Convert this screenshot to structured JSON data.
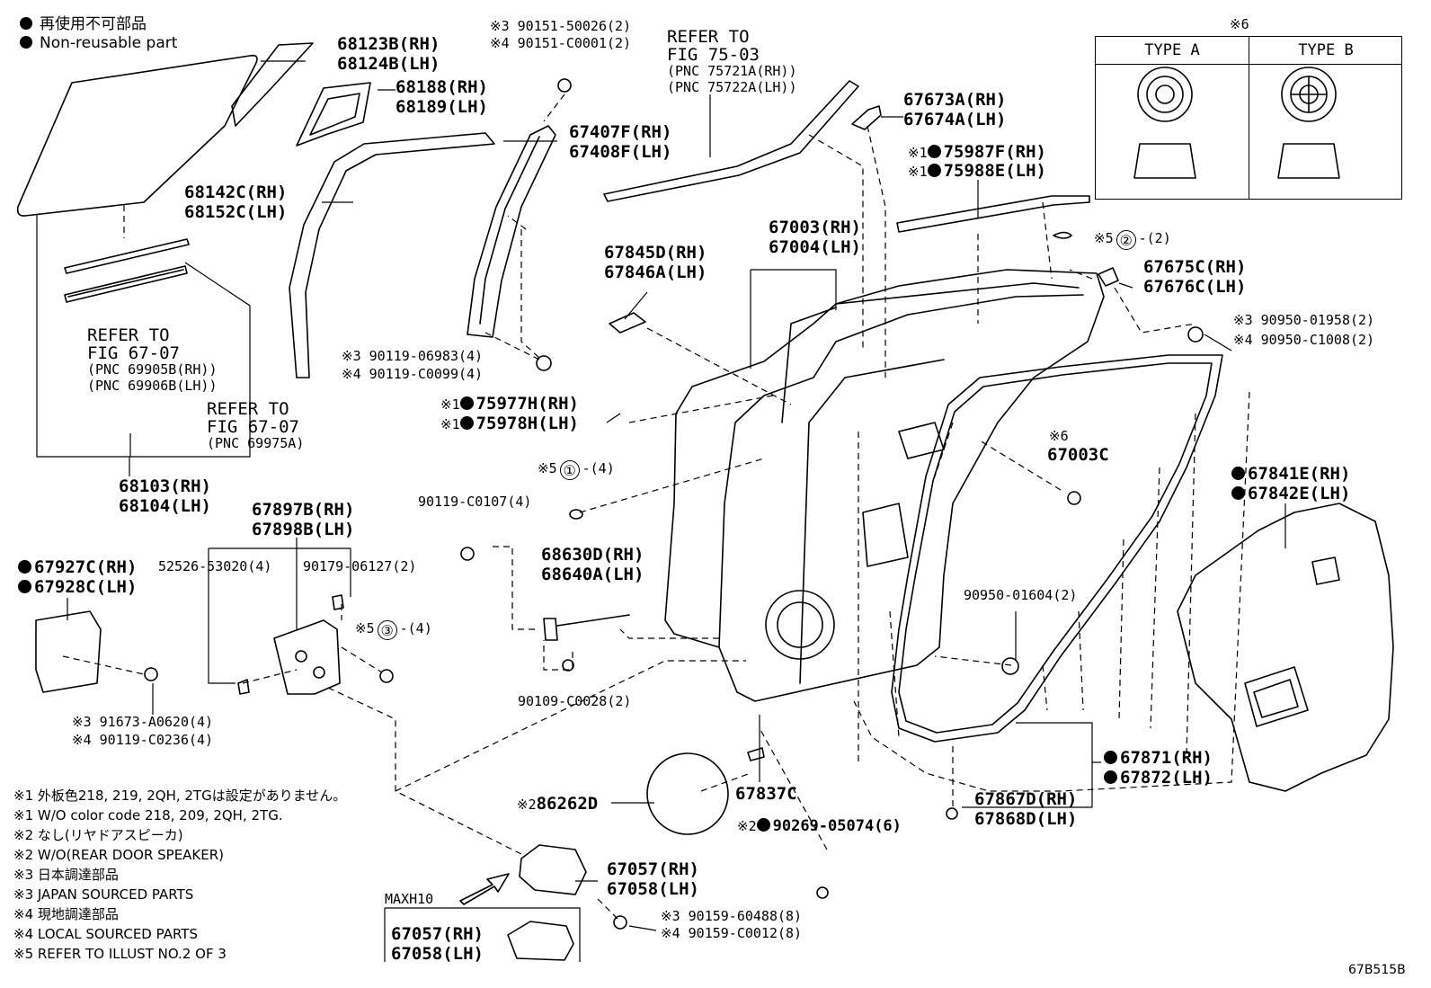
{
  "legend": {
    "jp": "再使用不可部品",
    "en": "Non-reusable part"
  },
  "type_box": {
    "mark": "※6",
    "type_a": "TYPE A",
    "type_b": "TYPE B"
  },
  "diagram_code": "67B515B",
  "labels": {
    "glass_top_rh": "68123B(RH)",
    "glass_top_lh": "68124B(LH)",
    "frame_rh": "68188(RH)",
    "frame_lh": "68189(LH)",
    "run_rh": "68142C(RH)",
    "run_lh": "68152C(LH)",
    "ref1": "REFER TO",
    "ref1b": "FIG 67-07",
    "ref1c": "(PNC 69905B(RH))",
    "ref1d": "(PNC 69906B(LH))",
    "ref2": "REFER TO",
    "ref2b": "FIG 67-07",
    "ref2c": "(PNC 69975A)",
    "glass_rh": "68103(RH)",
    "glass_lh": "68104(LH)",
    "clip_3a": "※3 90151-50026(2)",
    "clip_4a": "※4 90151-C0001(2)",
    "div_rh": "67407F(RH)",
    "div_lh": "67408F(LH)",
    "ref3": "REFER TO",
    "ref3b": "FIG 75-03",
    "ref3c": "(PNC 75721A(RH))",
    "ref3d": "(PNC 75722A(LH))",
    "bolt_3a": "※3 90119-06983(4)",
    "bolt_4a": "※4 90119-C0099(4)",
    "tape_rh": "75977H(RH)",
    "tape_lh": "75978H(LH)",
    "x1": "※1",
    "c1": "①",
    "c1q": "-(4)",
    "x5": "※5",
    "c2": "②",
    "c2q": "-(2)",
    "c3": "③",
    "c3q": "-(4)",
    "hinge_rh": "67845D(RH)",
    "hinge_lh": "67846A(LH)",
    "door_rh": "67003(RH)",
    "door_lh": "67004(LH)",
    "cap_rh": "67673A(RH)",
    "cap_lh": "67674A(LH)",
    "mold_rh": "75987F(RH)",
    "mold_lh": "75988E(LH)",
    "pad_rh": "67675C(RH)",
    "pad_lh": "67676C(LH)",
    "nut_3": "※3 90950-01958(2)",
    "nut_4": "※4 90950-C1008(2)",
    "x6": "※6",
    "plug": "67003C",
    "screw_b": "90119-C0107(4)",
    "check_rh": "68630D(RH)",
    "check_lh": "68640A(LH)",
    "bolt_c": "90109-C0028(2)",
    "brkt_rh": "67897B(RH)",
    "brkt_lh": "67898B(LH)",
    "nut_a": "52526-53020(4)",
    "clip_b": "90179-06127(2)",
    "cover_rh": "67927C(RH)",
    "cover_lh": "67928C(LH)",
    "scr_3": "※3 91673-A0620(4)",
    "scr_4": "※4 90119-C0236(4)",
    "grom": "90950-01604(2)",
    "ws_rh": "67841E(RH)",
    "ws_lh": "67842E(LH)",
    "seal_rh": "67871(RH)",
    "seal_lh": "67872(LH)",
    "wst_rh": "67867D(RH)",
    "wst_lh": "67868D(LH)",
    "hole": "67837C",
    "x2": "※2",
    "spk": "86262D",
    "fast": "90269-05074(6)",
    "pnl_rh": "67057(RH)",
    "pnl_lh": "67058(LH)",
    "b_3": "※3 90159-60488(8)",
    "b_4": "※4 90159-C0012(8)",
    "maxh": "MAXH10",
    "pnl2_rh": "67057(RH)",
    "pnl2_lh": "67058(LH)"
  },
  "notes": [
    "※1 外板色218, 219, 2QH, 2TGは設定がありません。",
    "※1 W/O color code 218, 209, 2QH, 2TG.",
    "※2 なし(リヤドアスピーカ)",
    "※2 W/O(REAR DOOR SPEAKER)",
    "※3 日本調達部品",
    "※3 JAPAN SOURCED PARTS",
    "※4 現地調達部品",
    "※4 LOCAL SOURCED PARTS",
    "※5 REFER TO ILLUST NO.2 OF 3"
  ]
}
